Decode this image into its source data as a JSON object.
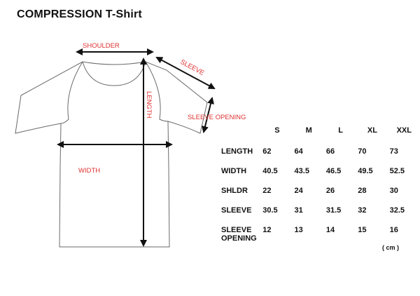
{
  "title": "COMPRESSION T-Shirt",
  "diagram": {
    "shoulder_label": "SHOULDER",
    "sleeve_label": "SLEEVE",
    "length_label": "LENGTH",
    "sleeve_opening_label": "SLEEVE OPENING",
    "width_label": "WIDTH"
  },
  "table": {
    "columns": [
      "S",
      "M",
      "L",
      "XL",
      "XXL"
    ],
    "rows": [
      {
        "label": "LENGTH",
        "values": [
          "62",
          "64",
          "66",
          "70",
          "73"
        ]
      },
      {
        "label": "WIDTH",
        "values": [
          "40.5",
          "43.5",
          "46.5",
          "49.5",
          "52.5"
        ]
      },
      {
        "label": "SHLDR",
        "values": [
          "22",
          "24",
          "26",
          "28",
          "30"
        ]
      },
      {
        "label": "SLEEVE",
        "values": [
          "30.5",
          "31",
          "31.5",
          "32",
          "32.5"
        ]
      },
      {
        "label": "SLEEVE\nOPENING",
        "values": [
          "12",
          "13",
          "14",
          "15",
          "16"
        ]
      }
    ]
  },
  "unit": "( cm )",
  "colors": {
    "label": "#e03030",
    "outline": "#666666",
    "arrow": "#111111"
  }
}
